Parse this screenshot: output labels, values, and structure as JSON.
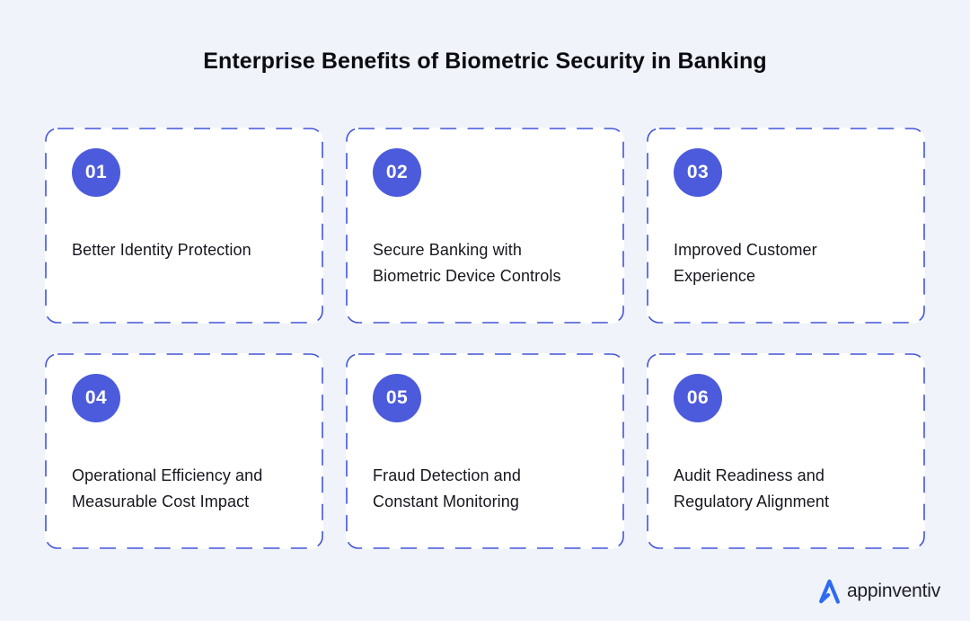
{
  "page": {
    "title": "Enterprise Benefits of Biometric Security in Banking",
    "background_color": "#F0F3FA"
  },
  "colors": {
    "badge": "#4C5BDB",
    "dashed_border": "#4254D8",
    "card_background": "#FFFFFF",
    "card_text": "#16161F",
    "logo_blue": "#2D6BF2"
  },
  "cards": [
    {
      "number": "01",
      "label": "Better Identity Protection"
    },
    {
      "number": "02",
      "label": "Secure Banking with\nBiometric Device Controls"
    },
    {
      "number": "03",
      "label": "Improved Customer\nExperience"
    },
    {
      "number": "04",
      "label": "Operational Efficiency and\nMeasurable Cost Impact"
    },
    {
      "number": "05",
      "label": "Fraud Detection and\nConstant Monitoring"
    },
    {
      "number": "06",
      "label": "Audit Readiness and\nRegulatory Alignment"
    }
  ],
  "footer": {
    "logo_text": "appinventiv"
  }
}
